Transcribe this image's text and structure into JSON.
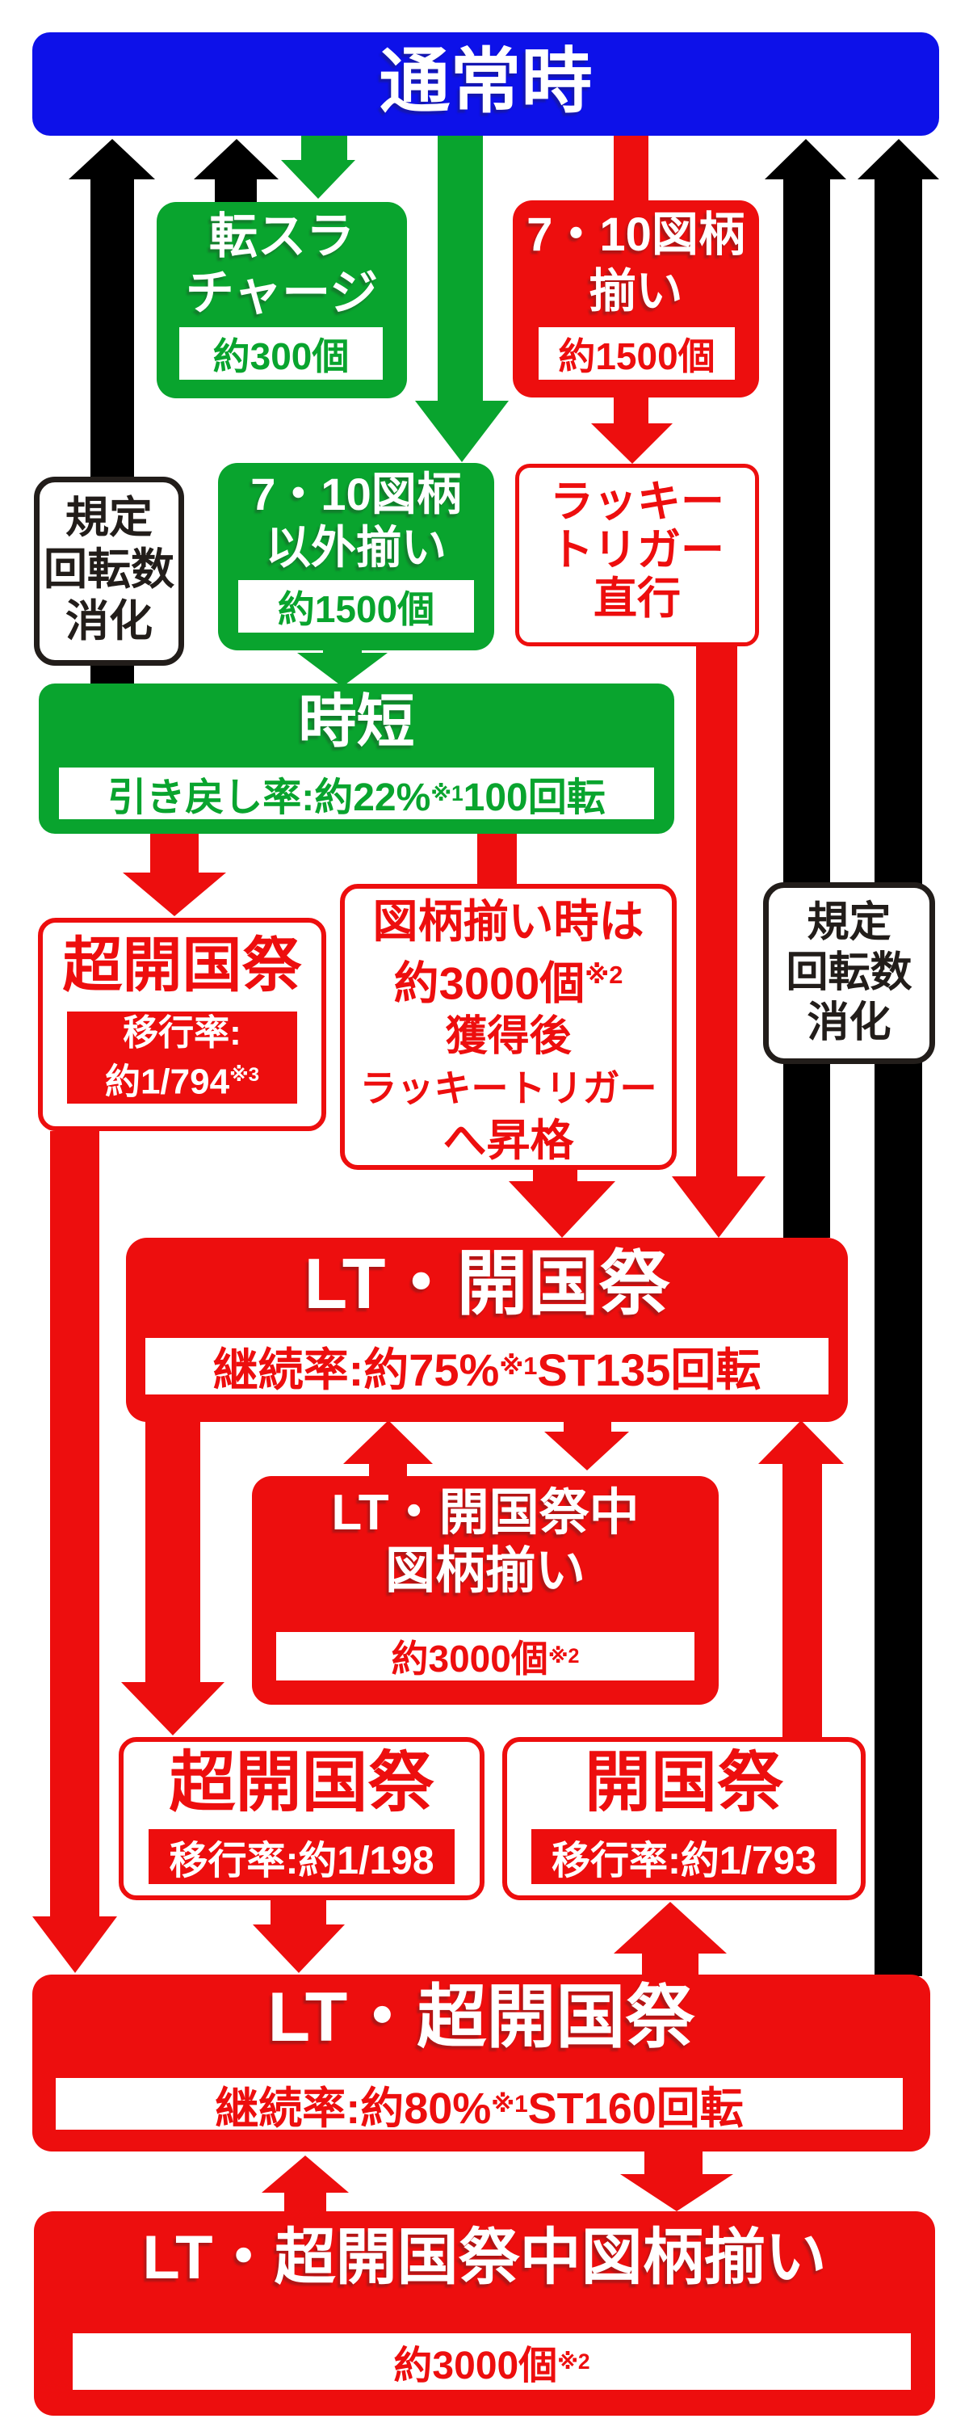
{
  "colors": {
    "blue": "#0d11e9",
    "green": "#09a42e",
    "red": "#ed0e0e",
    "black": "#000000",
    "ink": "#221d1a",
    "white": "#ffffff"
  },
  "normal": {
    "title": "通常時"
  },
  "tensura_charge": {
    "line1": "転スラ",
    "line2": "チャージ",
    "payout": "約300個"
  },
  "pattern710": {
    "line1": "7・10図柄",
    "line2": "揃い",
    "payout": "約1500個"
  },
  "pattern710_other": {
    "line1": "7・10図柄",
    "line2": "以外揃い",
    "payout": "約1500個"
  },
  "kitei": {
    "l1": "規定",
    "l2": "回転数",
    "l3": "消化"
  },
  "lucky_trigger": {
    "l1": "ラッキー",
    "l2": "トリガー",
    "l3": "直行"
  },
  "jitan": {
    "title": "時短",
    "rate_pre": "引き戻し率:約22%",
    "rate_sup": "※1",
    "rate_post": " 100回転"
  },
  "cho_kaikoku_794": {
    "title": "超開国祭",
    "rate_l1": "移行率:",
    "rate_l2": "約1/794",
    "rate_sup": "※3"
  },
  "lt_upgrade_note": {
    "l1": "図柄揃い時は",
    "l2": "約3000個",
    "l2_sup": "※2",
    "l3": "獲得後",
    "l4": "ラッキートリガー",
    "l5": "へ昇格"
  },
  "lt_kaikoku": {
    "title": "LT・開国祭",
    "stat_pre": "継続率:約75%",
    "stat_sup": "※1",
    "stat_post": " ST135回転"
  },
  "lt_kaikoku_pattern": {
    "line1": "LT・開国祭中",
    "line2": "図柄揃い",
    "payout": "約3000個",
    "payout_sup": "※2"
  },
  "cho_kaikoku_198": {
    "title": "超開国祭",
    "rate": "移行率:約1/198"
  },
  "kaikoku_793": {
    "title": "開国祭",
    "rate": "移行率:約1/793"
  },
  "lt_cho_kaikoku": {
    "title": "LT・超開国祭",
    "stat_pre": "継続率:約80%",
    "stat_sup": "※1",
    "stat_post": " ST160回転"
  },
  "lt_cho_pattern": {
    "title": "LT・超開国祭中図柄揃い",
    "payout": "約3000個",
    "payout_sup": "※2"
  }
}
